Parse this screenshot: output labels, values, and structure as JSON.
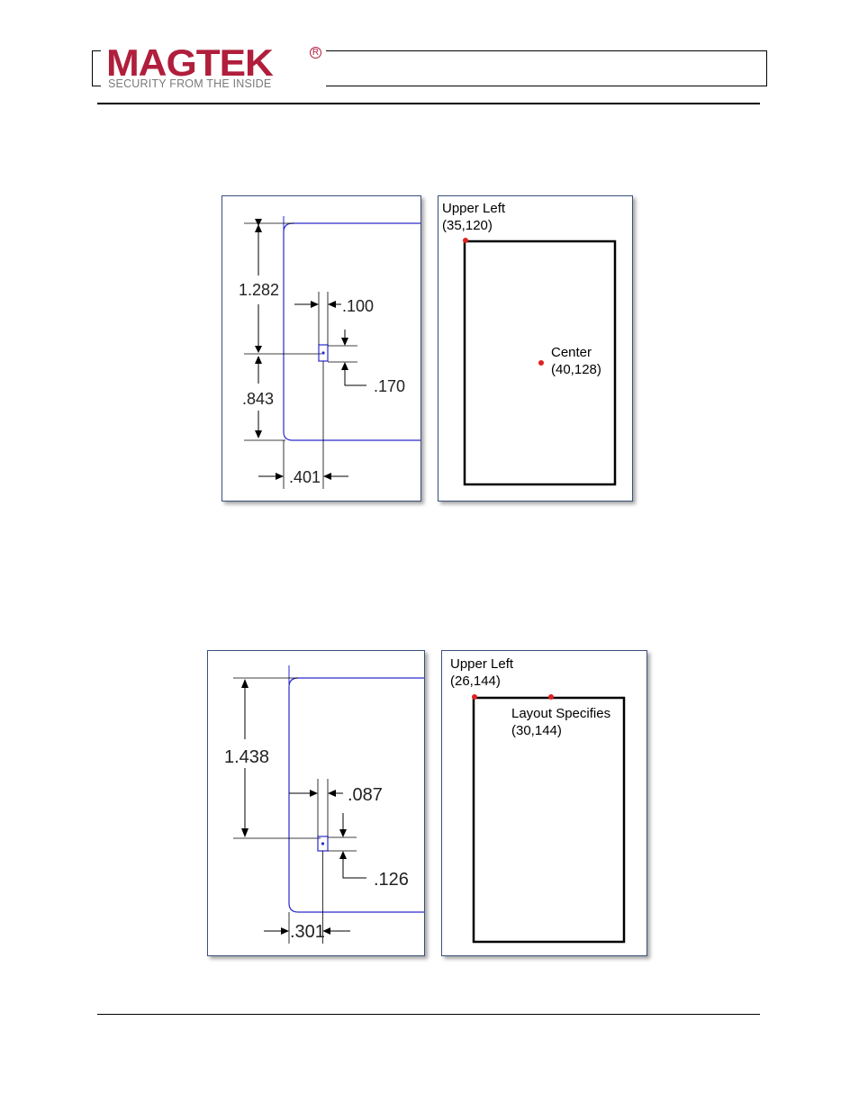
{
  "header": {
    "logo_text": "MAGTEK",
    "logo_registered": "R",
    "tagline": "SECURITY FROM THE INSIDE",
    "brand_color": "#b01e3c"
  },
  "figure1": {
    "drawing": {
      "dim_height": "1.282",
      "dim_gap": ".100",
      "dim_small": ".170",
      "dim_lower": ".843",
      "dim_offset": ".401",
      "line_color": "#2a2acc"
    },
    "layout": {
      "upper_left_title": "Upper Left",
      "upper_left_coord": "(35,120)",
      "center_title": "Center",
      "center_coord": "(40,128)",
      "point_color": "#e02020"
    }
  },
  "figure2": {
    "drawing": {
      "dim_height": "1.438",
      "dim_gap": ".087",
      "dim_small": ".126",
      "dim_offset": ".301",
      "line_color": "#2a2acc"
    },
    "layout": {
      "upper_left_title": "Upper Left",
      "upper_left_coord": "(26,144)",
      "spec_title": "Layout Specifies",
      "spec_coord": "(30,144)",
      "point_color": "#e02020"
    }
  }
}
